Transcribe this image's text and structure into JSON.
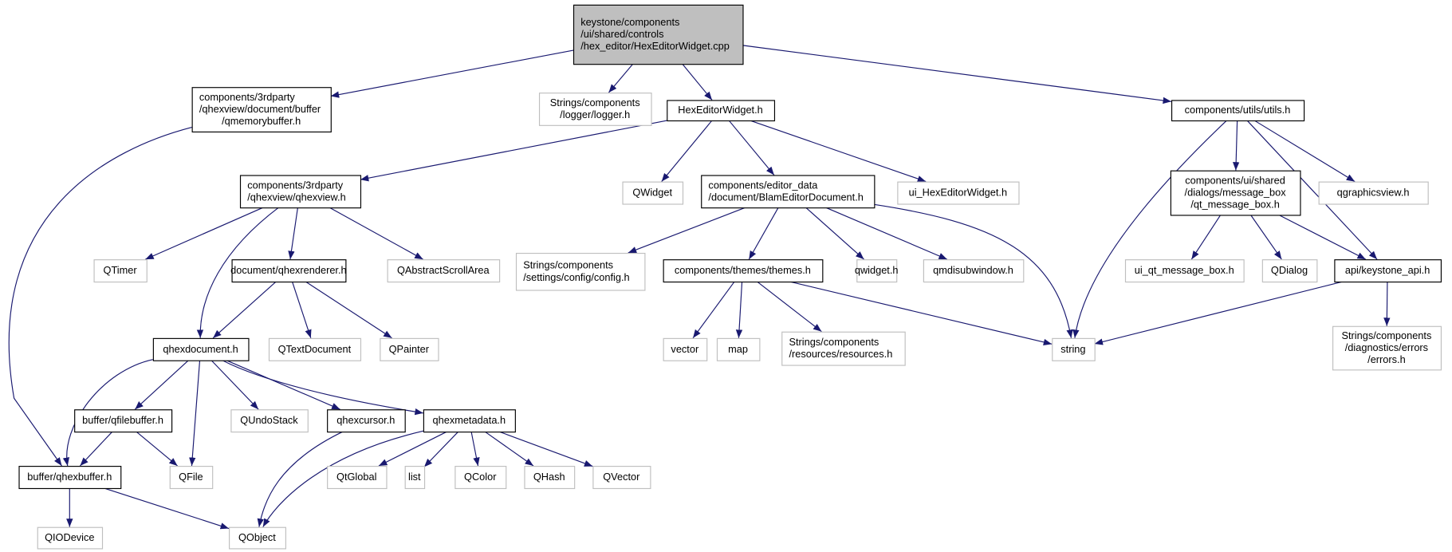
{
  "colors": {
    "edge": "#191970",
    "root_fill": "#bfbfbf",
    "external_border": "#bfbfbf",
    "primary_border": "#000000"
  },
  "nodes": [
    {
      "id": "root",
      "kind": "root",
      "lines": [
        "keystone/components",
        "/ui/shared/controls",
        "/hex_editor/HexEditorWidget.cpp"
      ],
      "align": "left"
    },
    {
      "id": "qmemorybuffer",
      "kind": "primary",
      "lines": [
        "components/3rdparty",
        "/qhexview/document/buffer",
        "/qmemorybuffer.h"
      ],
      "align": "left"
    },
    {
      "id": "logger",
      "kind": "external",
      "lines": [
        "Strings/components",
        "/logger/logger.h"
      ]
    },
    {
      "id": "hexeditorwidget_h",
      "kind": "primary",
      "lines": [
        "HexEditorWidget.h"
      ]
    },
    {
      "id": "utils",
      "kind": "primary",
      "lines": [
        "components/utils/utils.h"
      ]
    },
    {
      "id": "qhexview",
      "kind": "primary",
      "lines": [
        "components/3rdparty",
        "/qhexview/qhexview.h"
      ],
      "align": "left"
    },
    {
      "id": "QWidget",
      "kind": "external",
      "lines": [
        "QWidget"
      ]
    },
    {
      "id": "blam",
      "kind": "primary",
      "lines": [
        "components/editor_data",
        "/document/BlamEditorDocument.h"
      ],
      "align": "left"
    },
    {
      "id": "ui_hew",
      "kind": "external",
      "lines": [
        "ui_HexEditorWidget.h"
      ]
    },
    {
      "id": "qt_message_box",
      "kind": "primary",
      "lines": [
        "components/ui/shared",
        "/dialogs/message_box",
        "/qt_message_box.h"
      ]
    },
    {
      "id": "qgraphicsview",
      "kind": "external",
      "lines": [
        "qgraphicsview.h"
      ]
    },
    {
      "id": "QTimer",
      "kind": "external",
      "lines": [
        "QTimer"
      ]
    },
    {
      "id": "qhexrenderer",
      "kind": "primary",
      "lines": [
        "document/qhexrenderer.h"
      ]
    },
    {
      "id": "QAbstractScrollArea",
      "kind": "external",
      "lines": [
        "QAbstractScrollArea"
      ]
    },
    {
      "id": "config",
      "kind": "external",
      "lines": [
        "Strings/components",
        "/settings/config/config.h"
      ],
      "align": "left"
    },
    {
      "id": "themes",
      "kind": "primary",
      "lines": [
        "components/themes/themes.h"
      ]
    },
    {
      "id": "qwidget_h",
      "kind": "external",
      "lines": [
        "qwidget.h"
      ]
    },
    {
      "id": "qmdisubwindow",
      "kind": "external",
      "lines": [
        "qmdisubwindow.h"
      ]
    },
    {
      "id": "ui_qt_message_box",
      "kind": "external",
      "lines": [
        "ui_qt_message_box.h"
      ]
    },
    {
      "id": "QDialog",
      "kind": "external",
      "lines": [
        "QDialog"
      ]
    },
    {
      "id": "keystone_api",
      "kind": "primary",
      "lines": [
        "api/keystone_api.h"
      ]
    },
    {
      "id": "qhexdocument",
      "kind": "primary",
      "lines": [
        "qhexdocument.h"
      ]
    },
    {
      "id": "QTextDocument",
      "kind": "external",
      "lines": [
        "QTextDocument"
      ]
    },
    {
      "id": "QPainter",
      "kind": "external",
      "lines": [
        "QPainter"
      ]
    },
    {
      "id": "vector",
      "kind": "external",
      "lines": [
        "vector"
      ]
    },
    {
      "id": "map",
      "kind": "external",
      "lines": [
        "map"
      ]
    },
    {
      "id": "resources",
      "kind": "external",
      "lines": [
        "Strings/components",
        "/resources/resources.h"
      ],
      "align": "left"
    },
    {
      "id": "string",
      "kind": "external",
      "lines": [
        "string"
      ]
    },
    {
      "id": "errors",
      "kind": "external",
      "lines": [
        "Strings/components",
        "/diagnostics/errors",
        "/errors.h"
      ]
    },
    {
      "id": "qfilebuffer",
      "kind": "primary",
      "lines": [
        "buffer/qfilebuffer.h"
      ]
    },
    {
      "id": "QUndoStack",
      "kind": "external",
      "lines": [
        "QUndoStack"
      ]
    },
    {
      "id": "qhexcursor",
      "kind": "primary",
      "lines": [
        "qhexcursor.h"
      ]
    },
    {
      "id": "qhexmetadata",
      "kind": "primary",
      "lines": [
        "qhexmetadata.h"
      ]
    },
    {
      "id": "QFile",
      "kind": "external",
      "lines": [
        "QFile"
      ]
    },
    {
      "id": "qhexbuffer",
      "kind": "primary",
      "lines": [
        "buffer/qhexbuffer.h"
      ]
    },
    {
      "id": "QtGlobal",
      "kind": "external",
      "lines": [
        "QtGlobal"
      ]
    },
    {
      "id": "list",
      "kind": "external",
      "lines": [
        "list"
      ]
    },
    {
      "id": "QColor",
      "kind": "external",
      "lines": [
        "QColor"
      ]
    },
    {
      "id": "QHash",
      "kind": "external",
      "lines": [
        "QHash"
      ]
    },
    {
      "id": "QVector",
      "kind": "external",
      "lines": [
        "QVector"
      ]
    },
    {
      "id": "QIODevice",
      "kind": "external",
      "lines": [
        "QIODevice"
      ]
    },
    {
      "id": "QObject",
      "kind": "external",
      "lines": [
        "QObject"
      ]
    }
  ],
  "edges": [
    [
      "root",
      "qmemorybuffer"
    ],
    [
      "root",
      "logger"
    ],
    [
      "root",
      "hexeditorwidget_h"
    ],
    [
      "root",
      "utils"
    ],
    [
      "qmemorybuffer",
      "qhexbuffer"
    ],
    [
      "hexeditorwidget_h",
      "qhexview"
    ],
    [
      "hexeditorwidget_h",
      "QWidget"
    ],
    [
      "hexeditorwidget_h",
      "blam"
    ],
    [
      "hexeditorwidget_h",
      "ui_hew"
    ],
    [
      "utils",
      "string"
    ],
    [
      "utils",
      "qt_message_box"
    ],
    [
      "utils",
      "keystone_api"
    ],
    [
      "utils",
      "qgraphicsview"
    ],
    [
      "qhexview",
      "QTimer"
    ],
    [
      "qhexview",
      "qhexdocument"
    ],
    [
      "qhexview",
      "qhexrenderer"
    ],
    [
      "qhexview",
      "QAbstractScrollArea"
    ],
    [
      "blam",
      "config"
    ],
    [
      "blam",
      "themes"
    ],
    [
      "blam",
      "qwidget_h"
    ],
    [
      "blam",
      "qmdisubwindow"
    ],
    [
      "blam",
      "string"
    ],
    [
      "qt_message_box",
      "ui_qt_message_box"
    ],
    [
      "qt_message_box",
      "QDialog"
    ],
    [
      "qt_message_box",
      "keystone_api"
    ],
    [
      "keystone_api",
      "string"
    ],
    [
      "keystone_api",
      "errors"
    ],
    [
      "qhexrenderer",
      "qhexdocument"
    ],
    [
      "qhexrenderer",
      "QTextDocument"
    ],
    [
      "qhexrenderer",
      "QPainter"
    ],
    [
      "themes",
      "vector"
    ],
    [
      "themes",
      "map"
    ],
    [
      "themes",
      "resources"
    ],
    [
      "themes",
      "string"
    ],
    [
      "qhexdocument",
      "qhexbuffer"
    ],
    [
      "qhexdocument",
      "qfilebuffer"
    ],
    [
      "qhexdocument",
      "QFile"
    ],
    [
      "qhexdocument",
      "QUndoStack"
    ],
    [
      "qhexdocument",
      "qhexcursor"
    ],
    [
      "qhexdocument",
      "qhexmetadata"
    ],
    [
      "qfilebuffer",
      "qhexbuffer"
    ],
    [
      "qfilebuffer",
      "QFile"
    ],
    [
      "qhexbuffer",
      "QIODevice"
    ],
    [
      "qhexbuffer",
      "QObject"
    ],
    [
      "qhexcursor",
      "QObject"
    ],
    [
      "qhexmetadata",
      "QObject"
    ],
    [
      "qhexmetadata",
      "QtGlobal"
    ],
    [
      "qhexmetadata",
      "list"
    ],
    [
      "qhexmetadata",
      "QColor"
    ],
    [
      "qhexmetadata",
      "QHash"
    ],
    [
      "qhexmetadata",
      "QVector"
    ]
  ]
}
